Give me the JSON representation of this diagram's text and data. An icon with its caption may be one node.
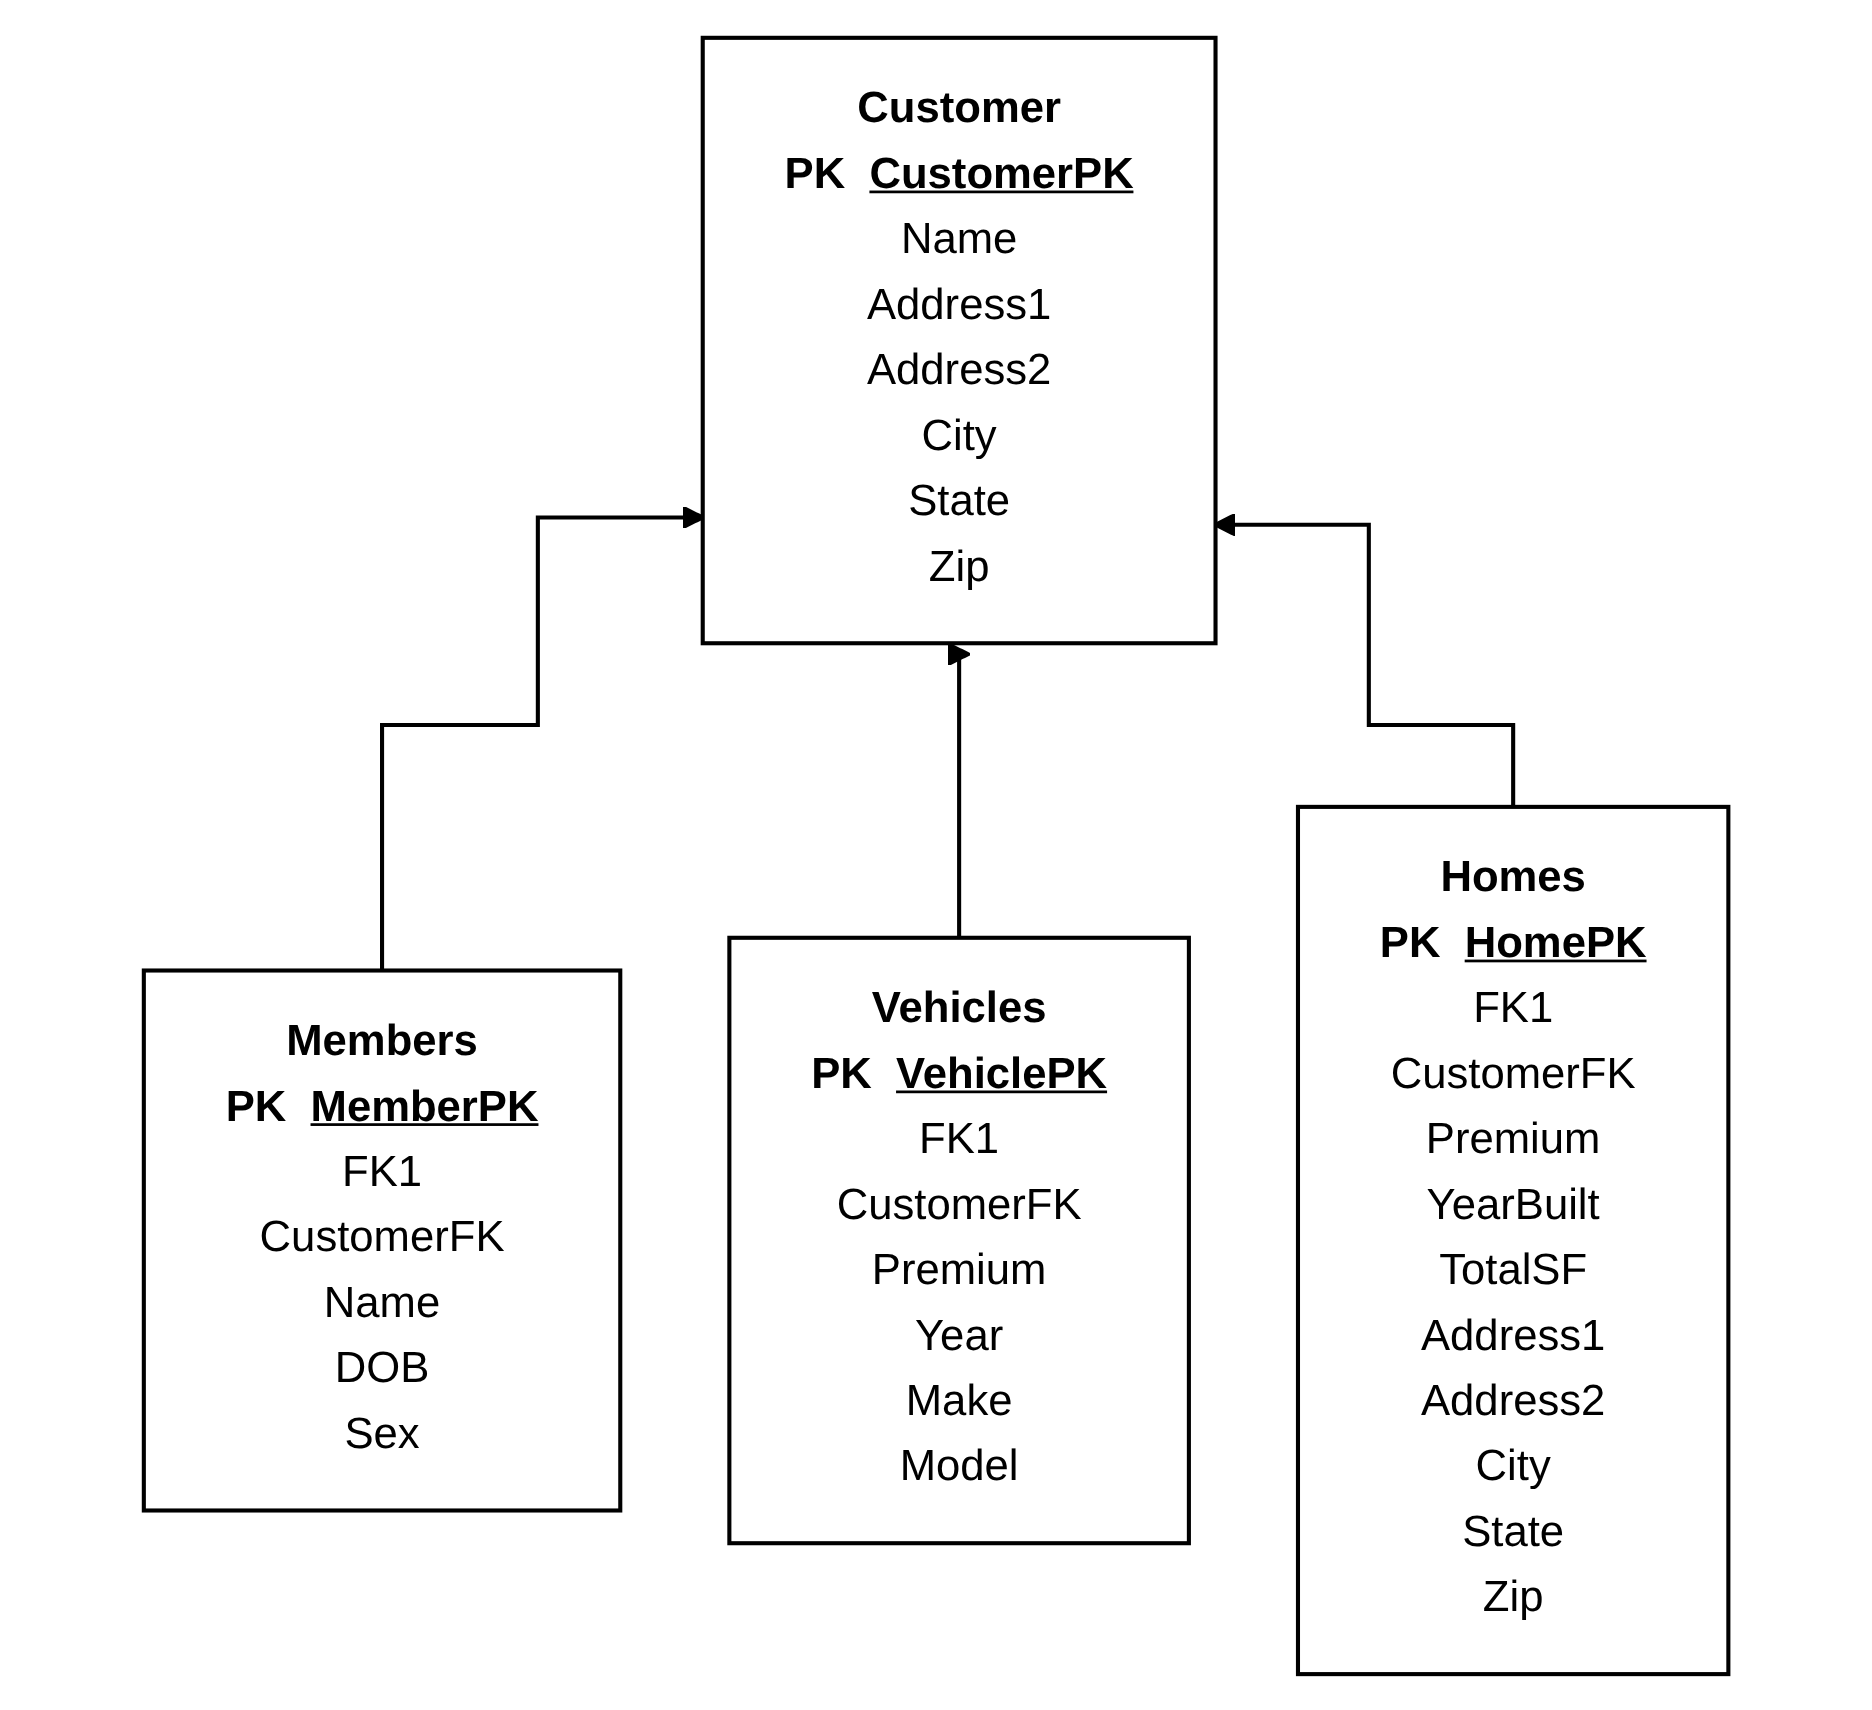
{
  "diagram": {
    "nodes": [
      {
        "text": [
          "Customer",
          "PK",
          "CustomerPK",
          "Name Address1 Address2 City State Zip"
        ]
      },
      {
        "text": [
          "Members",
          "PK",
          "MemberPK",
          "FK1",
          "CustomerFK Name DOB Sex"
        ]
      },
      {
        "text": [
          "Vehicles",
          "PK",
          "VehiclePK",
          "FK1",
          "CustomerFK Premium Year Make Model"
        ]
      },
      {
        "text": [
          "Homes",
          "PK",
          "HomePK",
          "FK1",
          "CustomerFK Premium YearBuilt TotalSF Address1 Address2 City State Zip"
        ]
      }
    ],
    "edges": [
      {
        "from": 1,
        "to": 0,
        "arrow": "to"
      },
      {
        "from": 2,
        "to": 0,
        "arrow": "to"
      },
      {
        "from": 3,
        "to": 0,
        "arrow": "to"
      }
    ]
  }
}
